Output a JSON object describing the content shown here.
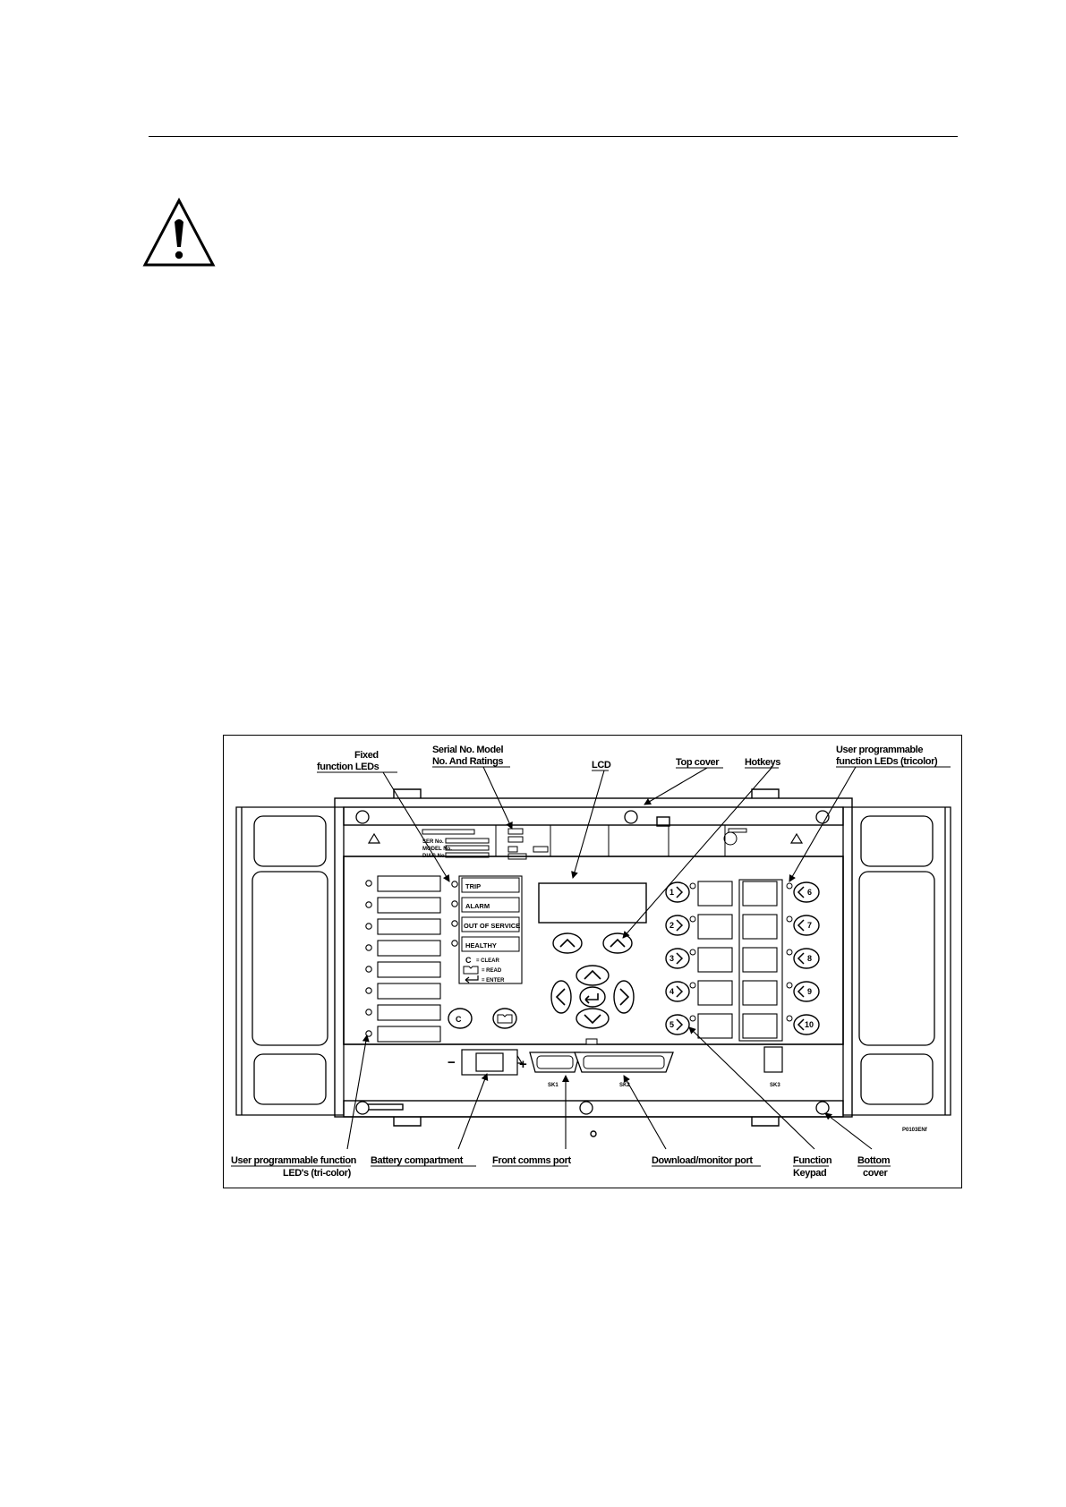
{
  "figure": {
    "callouts": {
      "fixed_leds": [
        "Fixed",
        "function LEDs"
      ],
      "serial": [
        "Serial No. Model",
        "No. And Ratings"
      ],
      "lcd": "LCD",
      "top_cover": "Top cover",
      "hotkeys": "Hotkeys",
      "user_leds_top": [
        "User programmable",
        "function LEDs (tricolor)"
      ],
      "user_leds_bottom": [
        "User programmable function",
        "LED's (tri-color)"
      ],
      "battery": "Battery compartment",
      "front_comms": "Front comms port",
      "download": "Download/monitor port",
      "keypad": [
        "Function",
        "Keypad"
      ],
      "bottom_cover": [
        "Bottom",
        "cover"
      ]
    },
    "fixed_led_labels": [
      "TRIP",
      "ALARM",
      "OUT OF SERVICE",
      "HEALTHY"
    ],
    "legend": [
      "= CLEAR",
      "= READ",
      "= ENTER"
    ],
    "function_keys_left": [
      "1",
      "2",
      "3",
      "4",
      "5"
    ],
    "function_keys_right": [
      "6",
      "7",
      "8",
      "9",
      "10"
    ],
    "ports": [
      "SK1",
      "SK2",
      "SK3"
    ],
    "battery_signs": [
      "−",
      "+"
    ],
    "key_c": "C",
    "ref": "P0103ENf",
    "rating_rows": [
      "SER No.",
      "MODEL No.",
      "DIAG No."
    ]
  }
}
